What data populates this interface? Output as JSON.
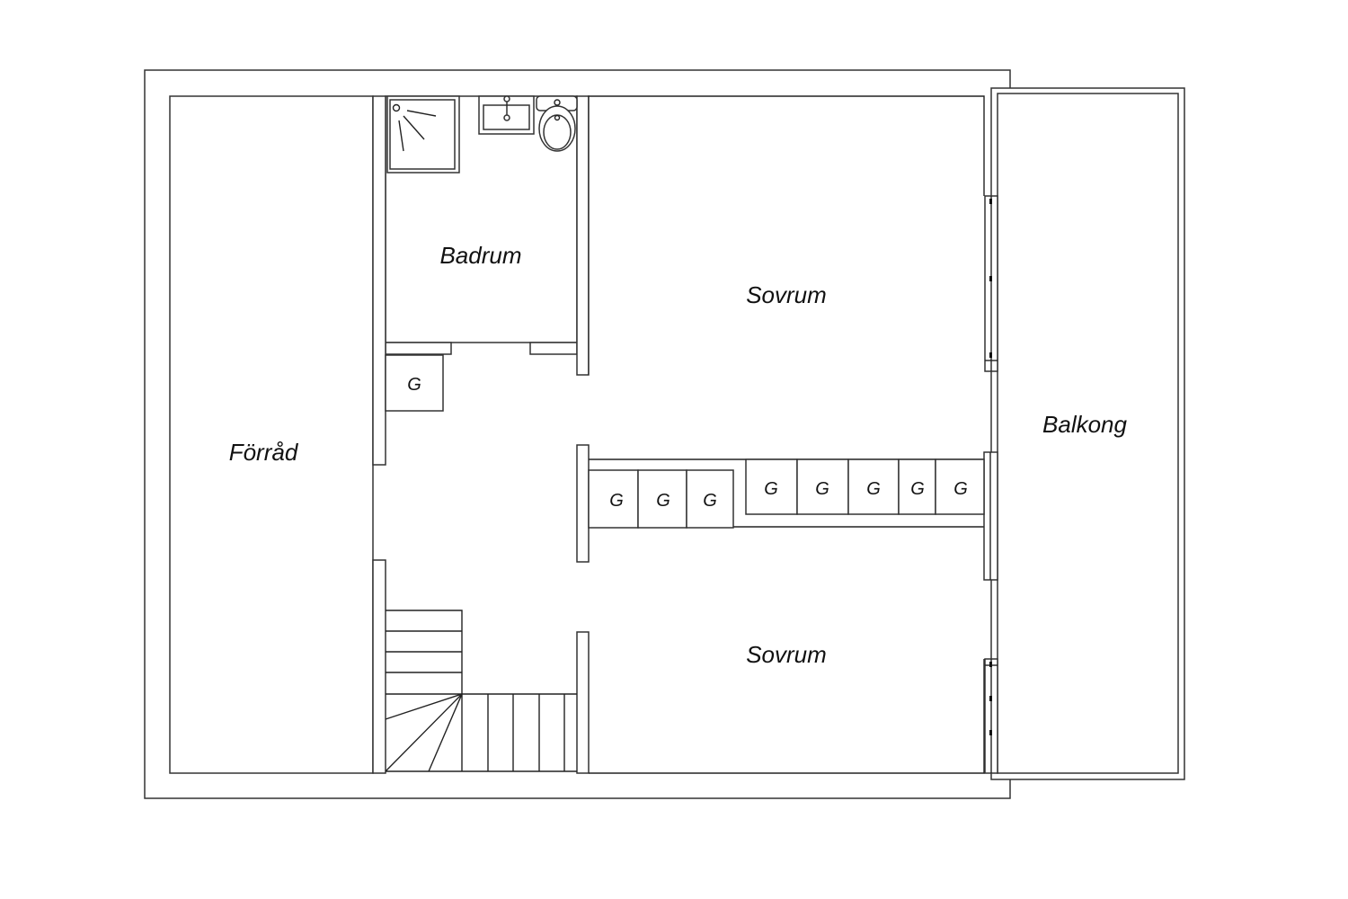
{
  "rooms": {
    "storage": "Förråd",
    "bathroom": "Badrum",
    "bedroom_top": "Sovrum",
    "bedroom_bottom": "Sovrum",
    "balcony": "Balkong"
  },
  "closet_label": "G",
  "closets": [
    "G",
    "G",
    "G",
    "G",
    "G",
    "G",
    "G",
    "G",
    "G"
  ]
}
